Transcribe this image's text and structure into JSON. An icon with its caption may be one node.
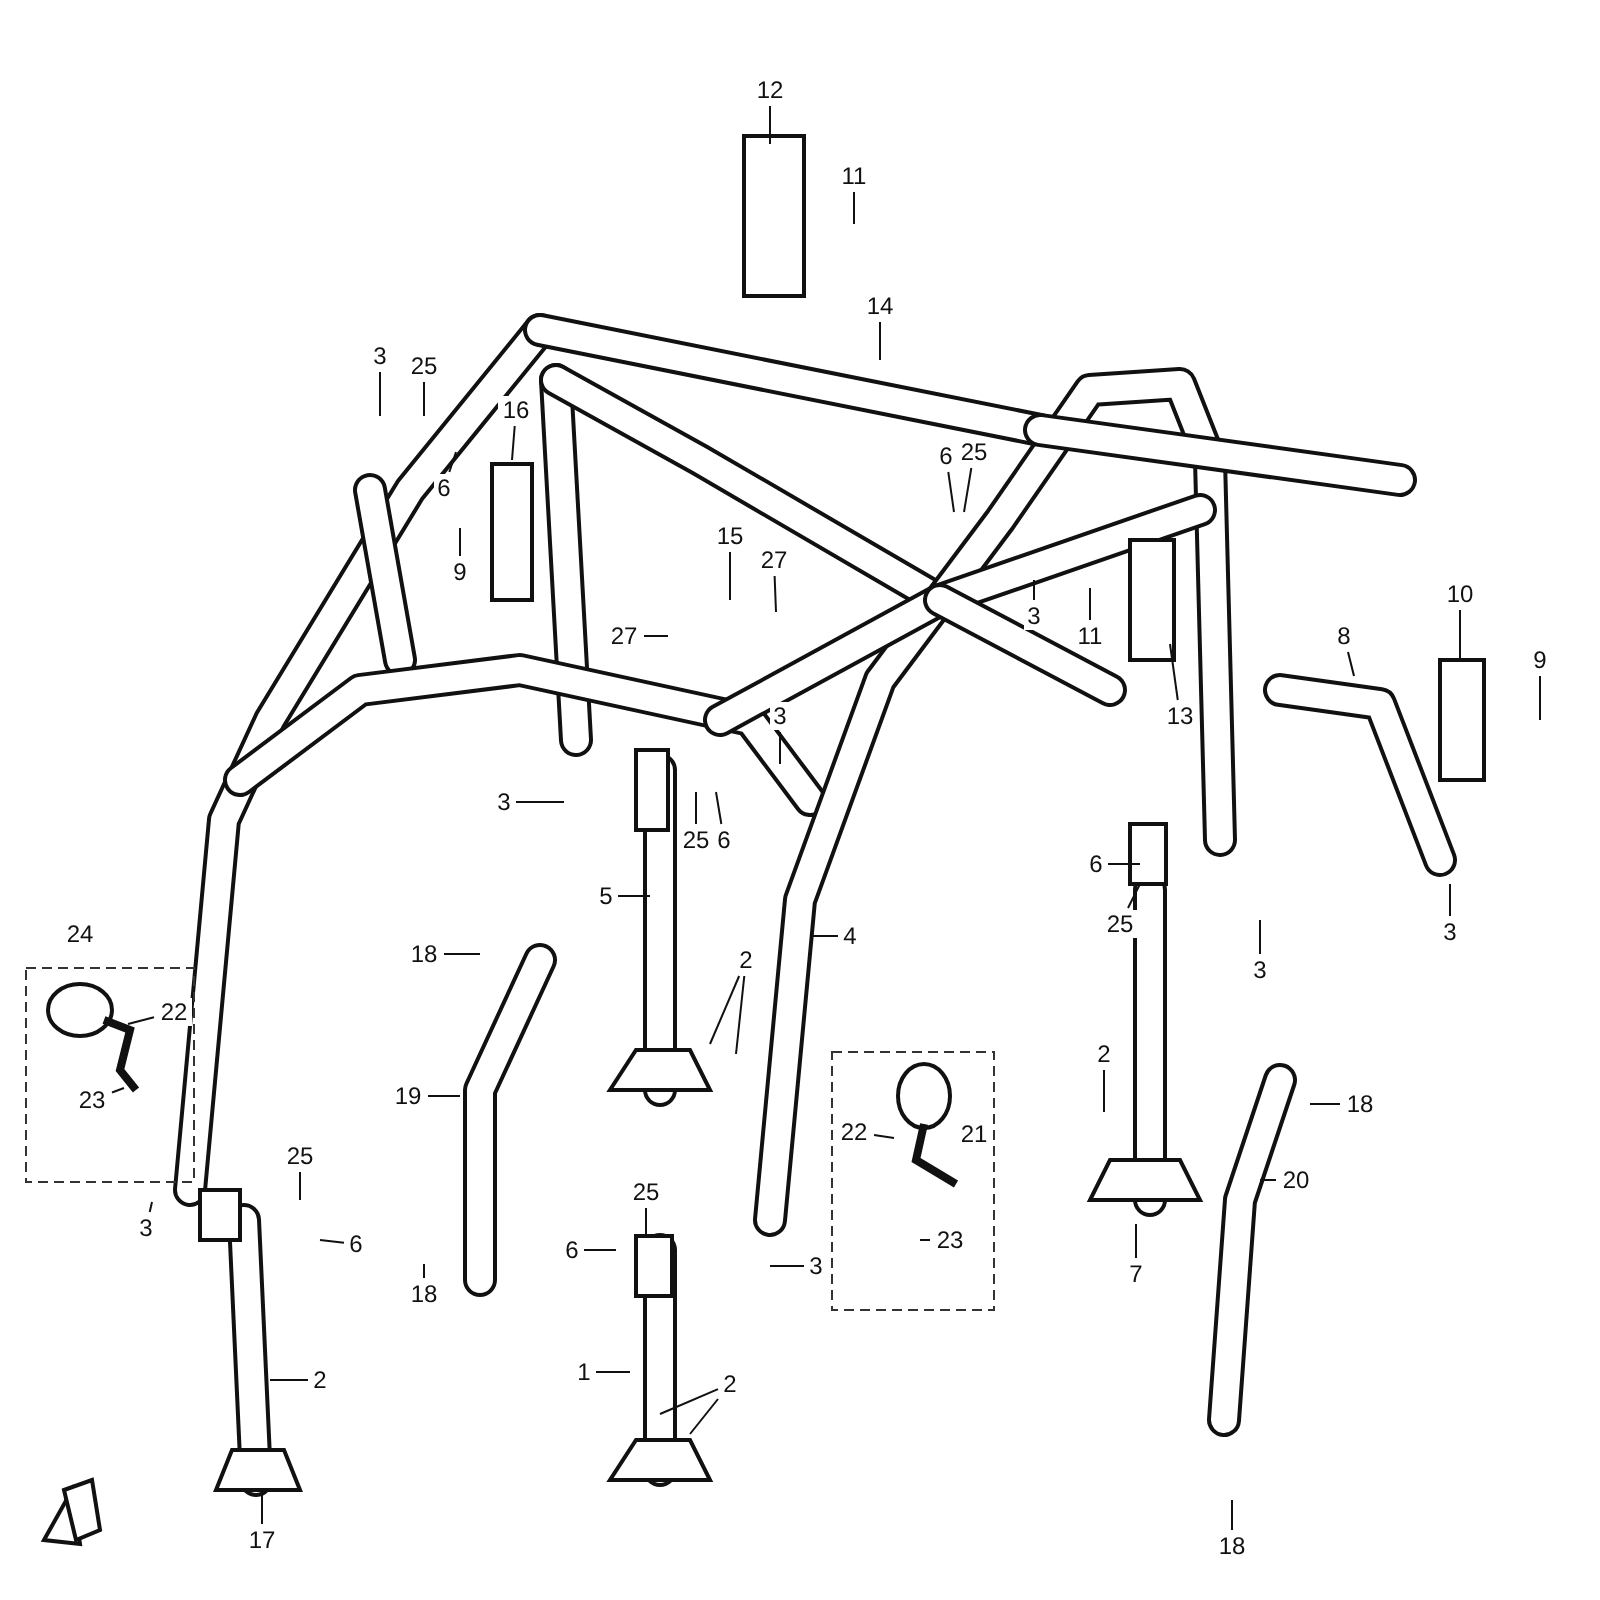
{
  "diagram": {
    "nodes": [
      {
        "text": [
          "12"
        ]
      },
      {
        "text": [
          "11"
        ]
      },
      {
        "text": [
          "14"
        ]
      },
      {
        "text": [
          "3"
        ]
      },
      {
        "text": [
          "25"
        ]
      },
      {
        "text": [
          "16"
        ]
      },
      {
        "text": [
          "6"
        ]
      },
      {
        "text": [
          "9"
        ]
      },
      {
        "text": [
          "6"
        ]
      },
      {
        "text": [
          "25"
        ]
      },
      {
        "text": [
          "15"
        ]
      },
      {
        "text": [
          "27"
        ]
      },
      {
        "text": [
          "27"
        ]
      },
      {
        "text": [
          "3"
        ]
      },
      {
        "text": [
          "11"
        ]
      },
      {
        "text": [
          "13"
        ]
      },
      {
        "text": [
          "8"
        ]
      },
      {
        "text": [
          "10"
        ]
      },
      {
        "text": [
          "9"
        ]
      },
      {
        "text": [
          "3"
        ]
      },
      {
        "text": [
          "3"
        ]
      },
      {
        "text": [
          "25"
        ]
      },
      {
        "text": [
          "6"
        ]
      },
      {
        "text": [
          "5"
        ]
      },
      {
        "text": [
          "4"
        ]
      },
      {
        "text": [
          "6"
        ]
      },
      {
        "text": [
          "25"
        ]
      },
      {
        "text": [
          "3"
        ]
      },
      {
        "text": [
          "3"
        ]
      },
      {
        "text": [
          "18"
        ]
      },
      {
        "text": [
          "2"
        ]
      },
      {
        "text": [
          "19"
        ]
      },
      {
        "text": [
          "24"
        ]
      },
      {
        "text": [
          "22"
        ],
        "in": 32
      },
      {
        "text": [
          "23"
        ],
        "in": 32
      },
      {
        "text": [
          "2"
        ]
      },
      {
        "text": [
          "18"
        ]
      },
      {
        "text": [
          "21"
        ]
      },
      {
        "text": [
          "22"
        ],
        "in": 37
      },
      {
        "text": [
          "23"
        ],
        "in": 37
      },
      {
        "text": [
          "20"
        ]
      },
      {
        "text": [
          "25"
        ]
      },
      {
        "text": [
          "6"
        ]
      },
      {
        "text": [
          "3"
        ]
      },
      {
        "text": [
          "25"
        ]
      },
      {
        "text": [
          "6"
        ]
      },
      {
        "text": [
          "3"
        ]
      },
      {
        "text": [
          "7"
        ]
      },
      {
        "text": [
          "18"
        ]
      },
      {
        "text": [
          "2"
        ]
      },
      {
        "text": [
          "1"
        ]
      },
      {
        "text": [
          "2"
        ]
      },
      {
        "text": [
          "17"
        ]
      },
      {
        "text": [
          "18"
        ]
      }
    ],
    "edges": [
      {
        "from": 0,
        "to": null,
        "arrow": "none"
      },
      {
        "from": 1,
        "to": null,
        "arrow": "none"
      },
      {
        "from": 2,
        "to": null,
        "arrow": "none"
      },
      {
        "from": 3,
        "to": null,
        "arrow": "none"
      },
      {
        "from": 4,
        "to": null,
        "arrow": "none"
      },
      {
        "from": 5,
        "to": null,
        "arrow": "none"
      },
      {
        "from": 6,
        "to": null,
        "arrow": "none"
      },
      {
        "from": 7,
        "to": null,
        "arrow": "none"
      },
      {
        "from": 8,
        "to": null,
        "arrow": "none"
      },
      {
        "from": 9,
        "to": null,
        "arrow": "none"
      },
      {
        "from": 10,
        "to": null,
        "arrow": "none"
      },
      {
        "from": 11,
        "to": null,
        "arrow": "none"
      },
      {
        "from": 12,
        "to": null,
        "arrow": "none"
      },
      {
        "from": 13,
        "to": null,
        "arrow": "none"
      },
      {
        "from": 14,
        "to": null,
        "arrow": "none"
      },
      {
        "from": 15,
        "to": null,
        "arrow": "none"
      },
      {
        "from": 16,
        "to": null,
        "arrow": "none"
      },
      {
        "from": 17,
        "to": null,
        "arrow": "none"
      },
      {
        "from": 18,
        "to": null,
        "arrow": "none"
      },
      {
        "from": 19,
        "to": null,
        "arrow": "none"
      },
      {
        "from": 20,
        "to": null,
        "arrow": "none"
      },
      {
        "from": 21,
        "to": null,
        "arrow": "none"
      },
      {
        "from": 22,
        "to": null,
        "arrow": "none"
      },
      {
        "from": 23,
        "to": null,
        "arrow": "none"
      },
      {
        "from": 24,
        "to": null,
        "arrow": "none"
      },
      {
        "from": 25,
        "to": null,
        "arrow": "none"
      },
      {
        "from": 26,
        "to": null,
        "arrow": "none"
      },
      {
        "from": 27,
        "to": null,
        "arrow": "none"
      },
      {
        "from": 28,
        "to": null,
        "arrow": "none"
      },
      {
        "from": 29,
        "to": null,
        "arrow": "none"
      },
      {
        "from": 30,
        "to": null,
        "arrow": "none"
      },
      {
        "from": 30,
        "to": null,
        "arrow": "none"
      },
      {
        "from": 31,
        "to": null,
        "arrow": "none"
      },
      {
        "from": 33,
        "to": null,
        "arrow": "none"
      },
      {
        "from": 34,
        "to": null,
        "arrow": "none"
      },
      {
        "from": 35,
        "to": null,
        "arrow": "none"
      },
      {
        "from": 36,
        "to": null,
        "arrow": "none"
      },
      {
        "from": 38,
        "to": null,
        "arrow": "none"
      },
      {
        "from": 39,
        "to": null,
        "arrow": "none"
      },
      {
        "from": 40,
        "to": null,
        "arrow": "none"
      },
      {
        "from": 41,
        "to": null,
        "arrow": "none"
      },
      {
        "from": 42,
        "to": null,
        "arrow": "none"
      },
      {
        "from": 43,
        "to": null,
        "arrow": "none"
      },
      {
        "from": 44,
        "to": null,
        "arrow": "none"
      },
      {
        "from": 45,
        "to": null,
        "arrow": "none"
      },
      {
        "from": 46,
        "to": null,
        "arrow": "none"
      },
      {
        "from": 47,
        "to": null,
        "arrow": "none"
      },
      {
        "from": 48,
        "to": null,
        "arrow": "none"
      },
      {
        "from": 49,
        "to": null,
        "arrow": "none"
      },
      {
        "from": 50,
        "to": null,
        "arrow": "none"
      },
      {
        "from": 51,
        "to": null,
        "arrow": "none"
      },
      {
        "from": 51,
        "to": null,
        "arrow": "none"
      },
      {
        "from": 52,
        "to": null,
        "arrow": "none"
      },
      {
        "from": 53,
        "to": null,
        "arrow": "none"
      }
    ]
  }
}
